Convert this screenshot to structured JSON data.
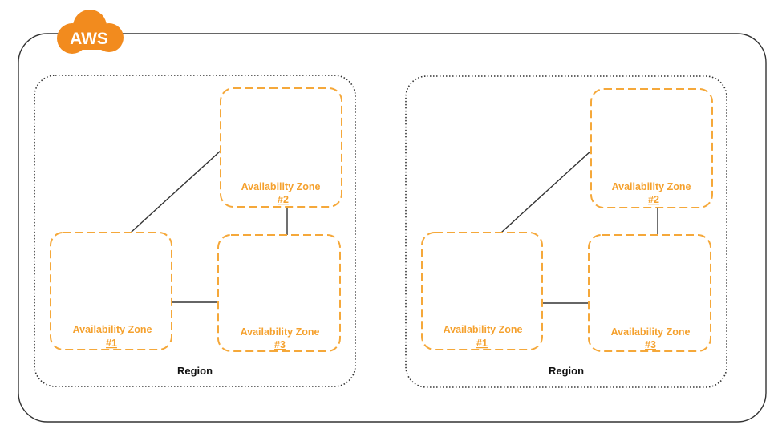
{
  "colors": {
    "outline": "#333333",
    "zone": "#f5a83a",
    "zone_text": "#f5a12e",
    "cloud": "#f28b1e",
    "cloud_text": "#ffffff",
    "connector": "#333333"
  },
  "aws": {
    "label": "AWS"
  },
  "regions": [
    {
      "label": "Region",
      "zones": [
        {
          "label": "Availability Zone",
          "number": "#1"
        },
        {
          "label": "Availability Zone",
          "number": "#2"
        },
        {
          "label": "Availability Zone",
          "number": "#3"
        }
      ]
    },
    {
      "label": "Region",
      "zones": [
        {
          "label": "Availability Zone",
          "number": "#1"
        },
        {
          "label": "Availability Zone",
          "number": "#2"
        },
        {
          "label": "Availability Zone",
          "number": "#3"
        }
      ]
    }
  ]
}
